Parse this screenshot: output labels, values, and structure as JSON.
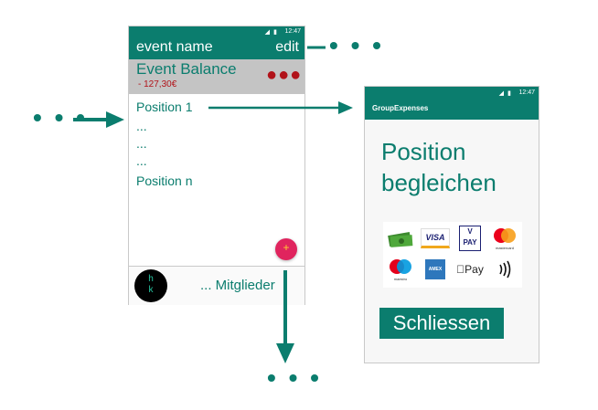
{
  "phone1": {
    "status_time": "12:47",
    "appbar": {
      "title": "event name",
      "edit_label": "edit"
    },
    "balance": {
      "title": "Event Balance",
      "amount": "- 127,30€",
      "menu_glyph": "●●●"
    },
    "positions": [
      "Position 1",
      "...",
      "...",
      "...",
      "Position n"
    ],
    "fab_label": "+",
    "avatar_letters": "h\nk",
    "members_label": "... Mitglieder"
  },
  "phone2": {
    "status_time": "12:47",
    "appbar_title": "GroupExpenses",
    "heading_line1": "Position",
    "heading_line2": "begleichen",
    "payment_methods": [
      "cash-icon",
      "visa-icon",
      "vpay-icon",
      "mastercard-icon",
      "maestro-icon",
      "amex-icon",
      "apple-pay-icon",
      "contactless-icon"
    ],
    "visa_text": "VISA",
    "vpay_text": "V PAY",
    "mastercard_text": "mastercard",
    "maestro_text": "maestro",
    "amex_text": "AMEX",
    "applepay_text": "Pay",
    "close_label": "Schliessen"
  },
  "annotations": {
    "dots": "• • •"
  },
  "colors": {
    "primary": "#0b7d6e",
    "accent": "#e0245e",
    "negative": "#b1131a"
  }
}
